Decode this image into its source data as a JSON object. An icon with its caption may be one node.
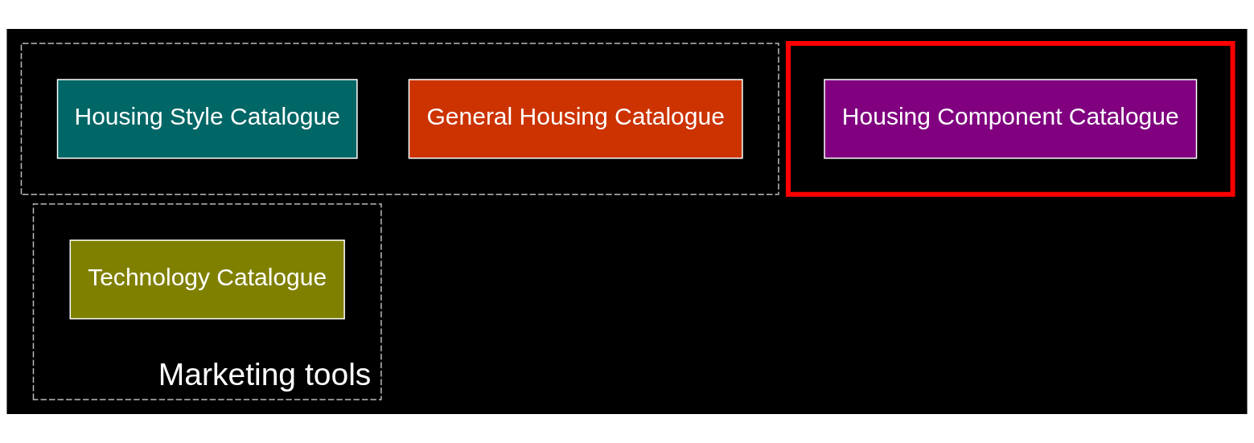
{
  "diagram": {
    "nodes": [
      {
        "text": [],
        "shape": "box"
      },
      {
        "text": [
          "General Housing Catalogue"
        ],
        "in": 0
      },
      {
        "text": [
          "Housing Style Catalogue"
        ],
        "in": 0
      },
      {
        "text": [],
        "shape": "box"
      },
      {
        "text": [
          "Housing Component Catalogue"
        ],
        "in": 3
      },
      {
        "text": [
          "Marketing tools"
        ]
      },
      {
        "text": [
          "Technology Catalogue"
        ],
        "in": 5
      }
    ],
    "edges": []
  }
}
